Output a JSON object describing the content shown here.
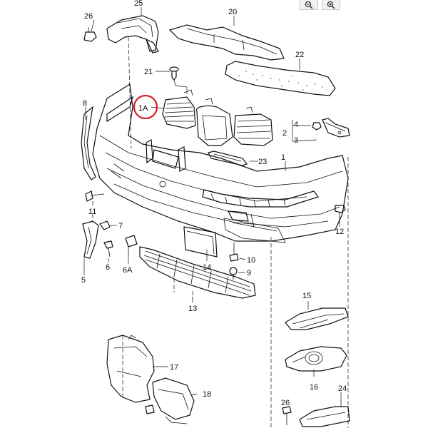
{
  "toolbar": {
    "zoom_out_icon": "zoom-out-icon",
    "zoom_in_icon": "zoom-in-icon"
  },
  "highlight_color": "#d9202a",
  "callouts": {
    "c1": "1",
    "c1a": "1A",
    "c2": "2",
    "c3": "3",
    "c4": "4",
    "c5": "5",
    "c6": "6",
    "c6a": "6A",
    "c7": "7",
    "c8": "8",
    "c9": "9",
    "c10": "10",
    "c11": "11",
    "c12": "12",
    "c13": "13",
    "c14": "14",
    "c15": "15",
    "c16": "16",
    "c17": "17",
    "c18": "18",
    "c20": "20",
    "c21": "21",
    "c22": "22",
    "c23": "23",
    "c24": "24",
    "c25": "25",
    "c26a": "26",
    "c26b": "26"
  }
}
